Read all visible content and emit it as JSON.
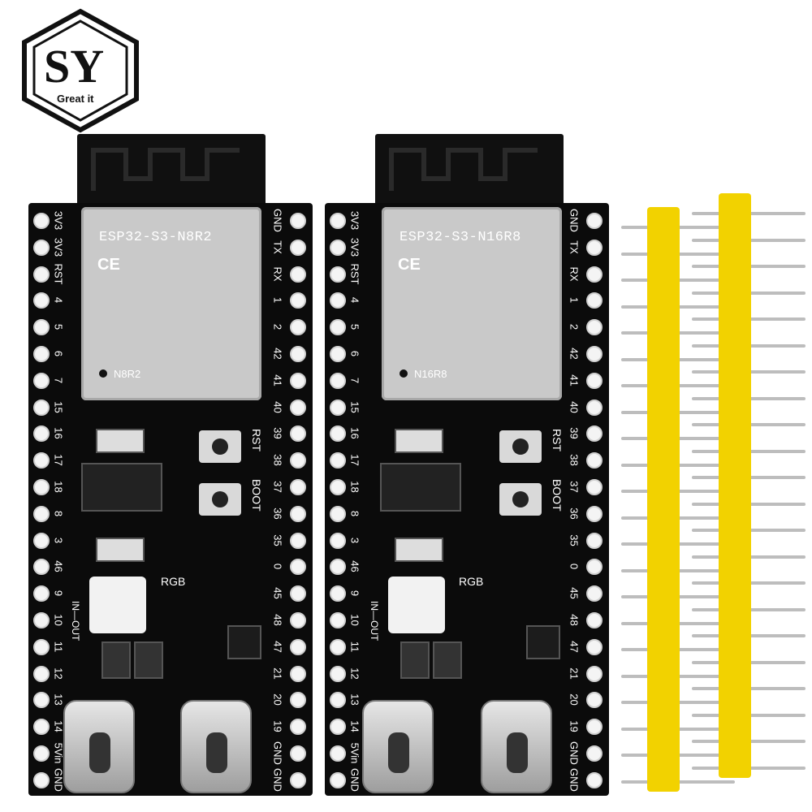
{
  "logo": {
    "letters": "SY",
    "tagline": "Great it"
  },
  "boards": [
    {
      "module_label": "ESP32-S3-N8R2",
      "ce_mark": "CE",
      "sub_label": "N8R2",
      "left_pins": [
        "3V3",
        "3V3",
        "RST",
        "4",
        "5",
        "6",
        "7",
        "15",
        "16",
        "17",
        "18",
        "8",
        "3",
        "46",
        "9",
        "10",
        "11",
        "12",
        "13",
        "14",
        "5Vin",
        "GND"
      ],
      "right_pins": [
        "GND",
        "TX",
        "RX",
        "1",
        "2",
        "42",
        "41",
        "40",
        "39",
        "38",
        "37",
        "36",
        "35",
        "0",
        "45",
        "48",
        "47",
        "21",
        "20",
        "19",
        "GND",
        "GND"
      ],
      "silk_rst": "RST",
      "silk_boot": "BOOT",
      "silk_rgb": "RGB",
      "silk_in_out": "IN—OUT"
    },
    {
      "module_label": "ESP32-S3-N16R8",
      "ce_mark": "CE",
      "sub_label": "N16R8",
      "left_pins": [
        "3V3",
        "3V3",
        "RST",
        "4",
        "5",
        "6",
        "7",
        "15",
        "16",
        "17",
        "18",
        "8",
        "3",
        "46",
        "9",
        "10",
        "11",
        "12",
        "13",
        "14",
        "5Vin",
        "GND"
      ],
      "right_pins": [
        "GND",
        "TX",
        "RX",
        "1",
        "2",
        "42",
        "41",
        "40",
        "39",
        "38",
        "37",
        "36",
        "35",
        "0",
        "45",
        "48",
        "47",
        "21",
        "20",
        "19",
        "GND",
        "GND"
      ],
      "silk_rst": "RST",
      "silk_boot": "BOOT",
      "silk_rgb": "RGB",
      "silk_in_out": "IN—OUT"
    }
  ],
  "colors": {
    "pcb": "#0b0b0b",
    "header_plastic": "#f2d200",
    "module_shield": "#c9c9c9"
  }
}
